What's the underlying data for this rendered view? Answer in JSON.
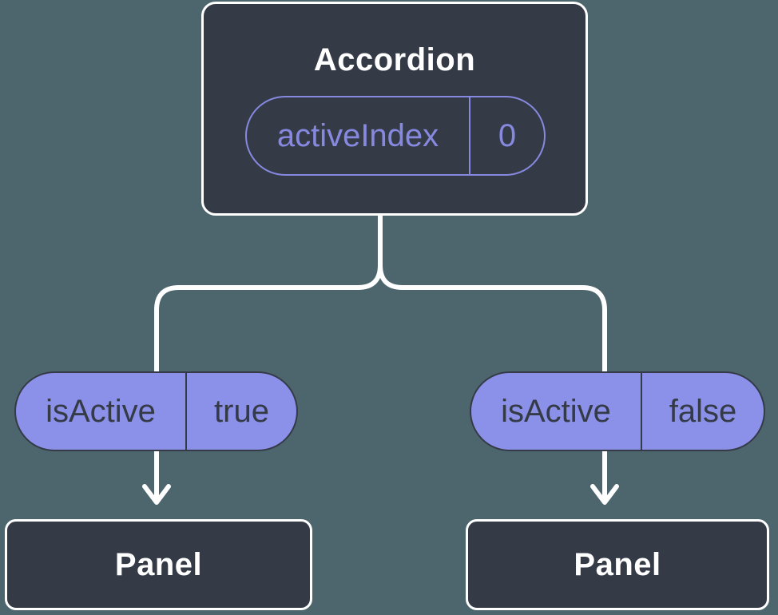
{
  "colors": {
    "background": "#4d666e",
    "node_background": "#343b47",
    "node_border": "#ffffff",
    "accent_purple": "#8789e0",
    "pill_fill": "#8b90e8",
    "pill_dark_text": "#343b47",
    "connector": "#ffffff"
  },
  "diagram": {
    "root_node": {
      "title": "Accordion",
      "state_pill": {
        "label": "activeIndex",
        "value": "0"
      }
    },
    "branches": [
      {
        "prop_pill": {
          "label": "isActive",
          "value": "true"
        },
        "child_node": {
          "title": "Panel"
        }
      },
      {
        "prop_pill": {
          "label": "isActive",
          "value": "false"
        },
        "child_node": {
          "title": "Panel"
        }
      }
    ]
  }
}
